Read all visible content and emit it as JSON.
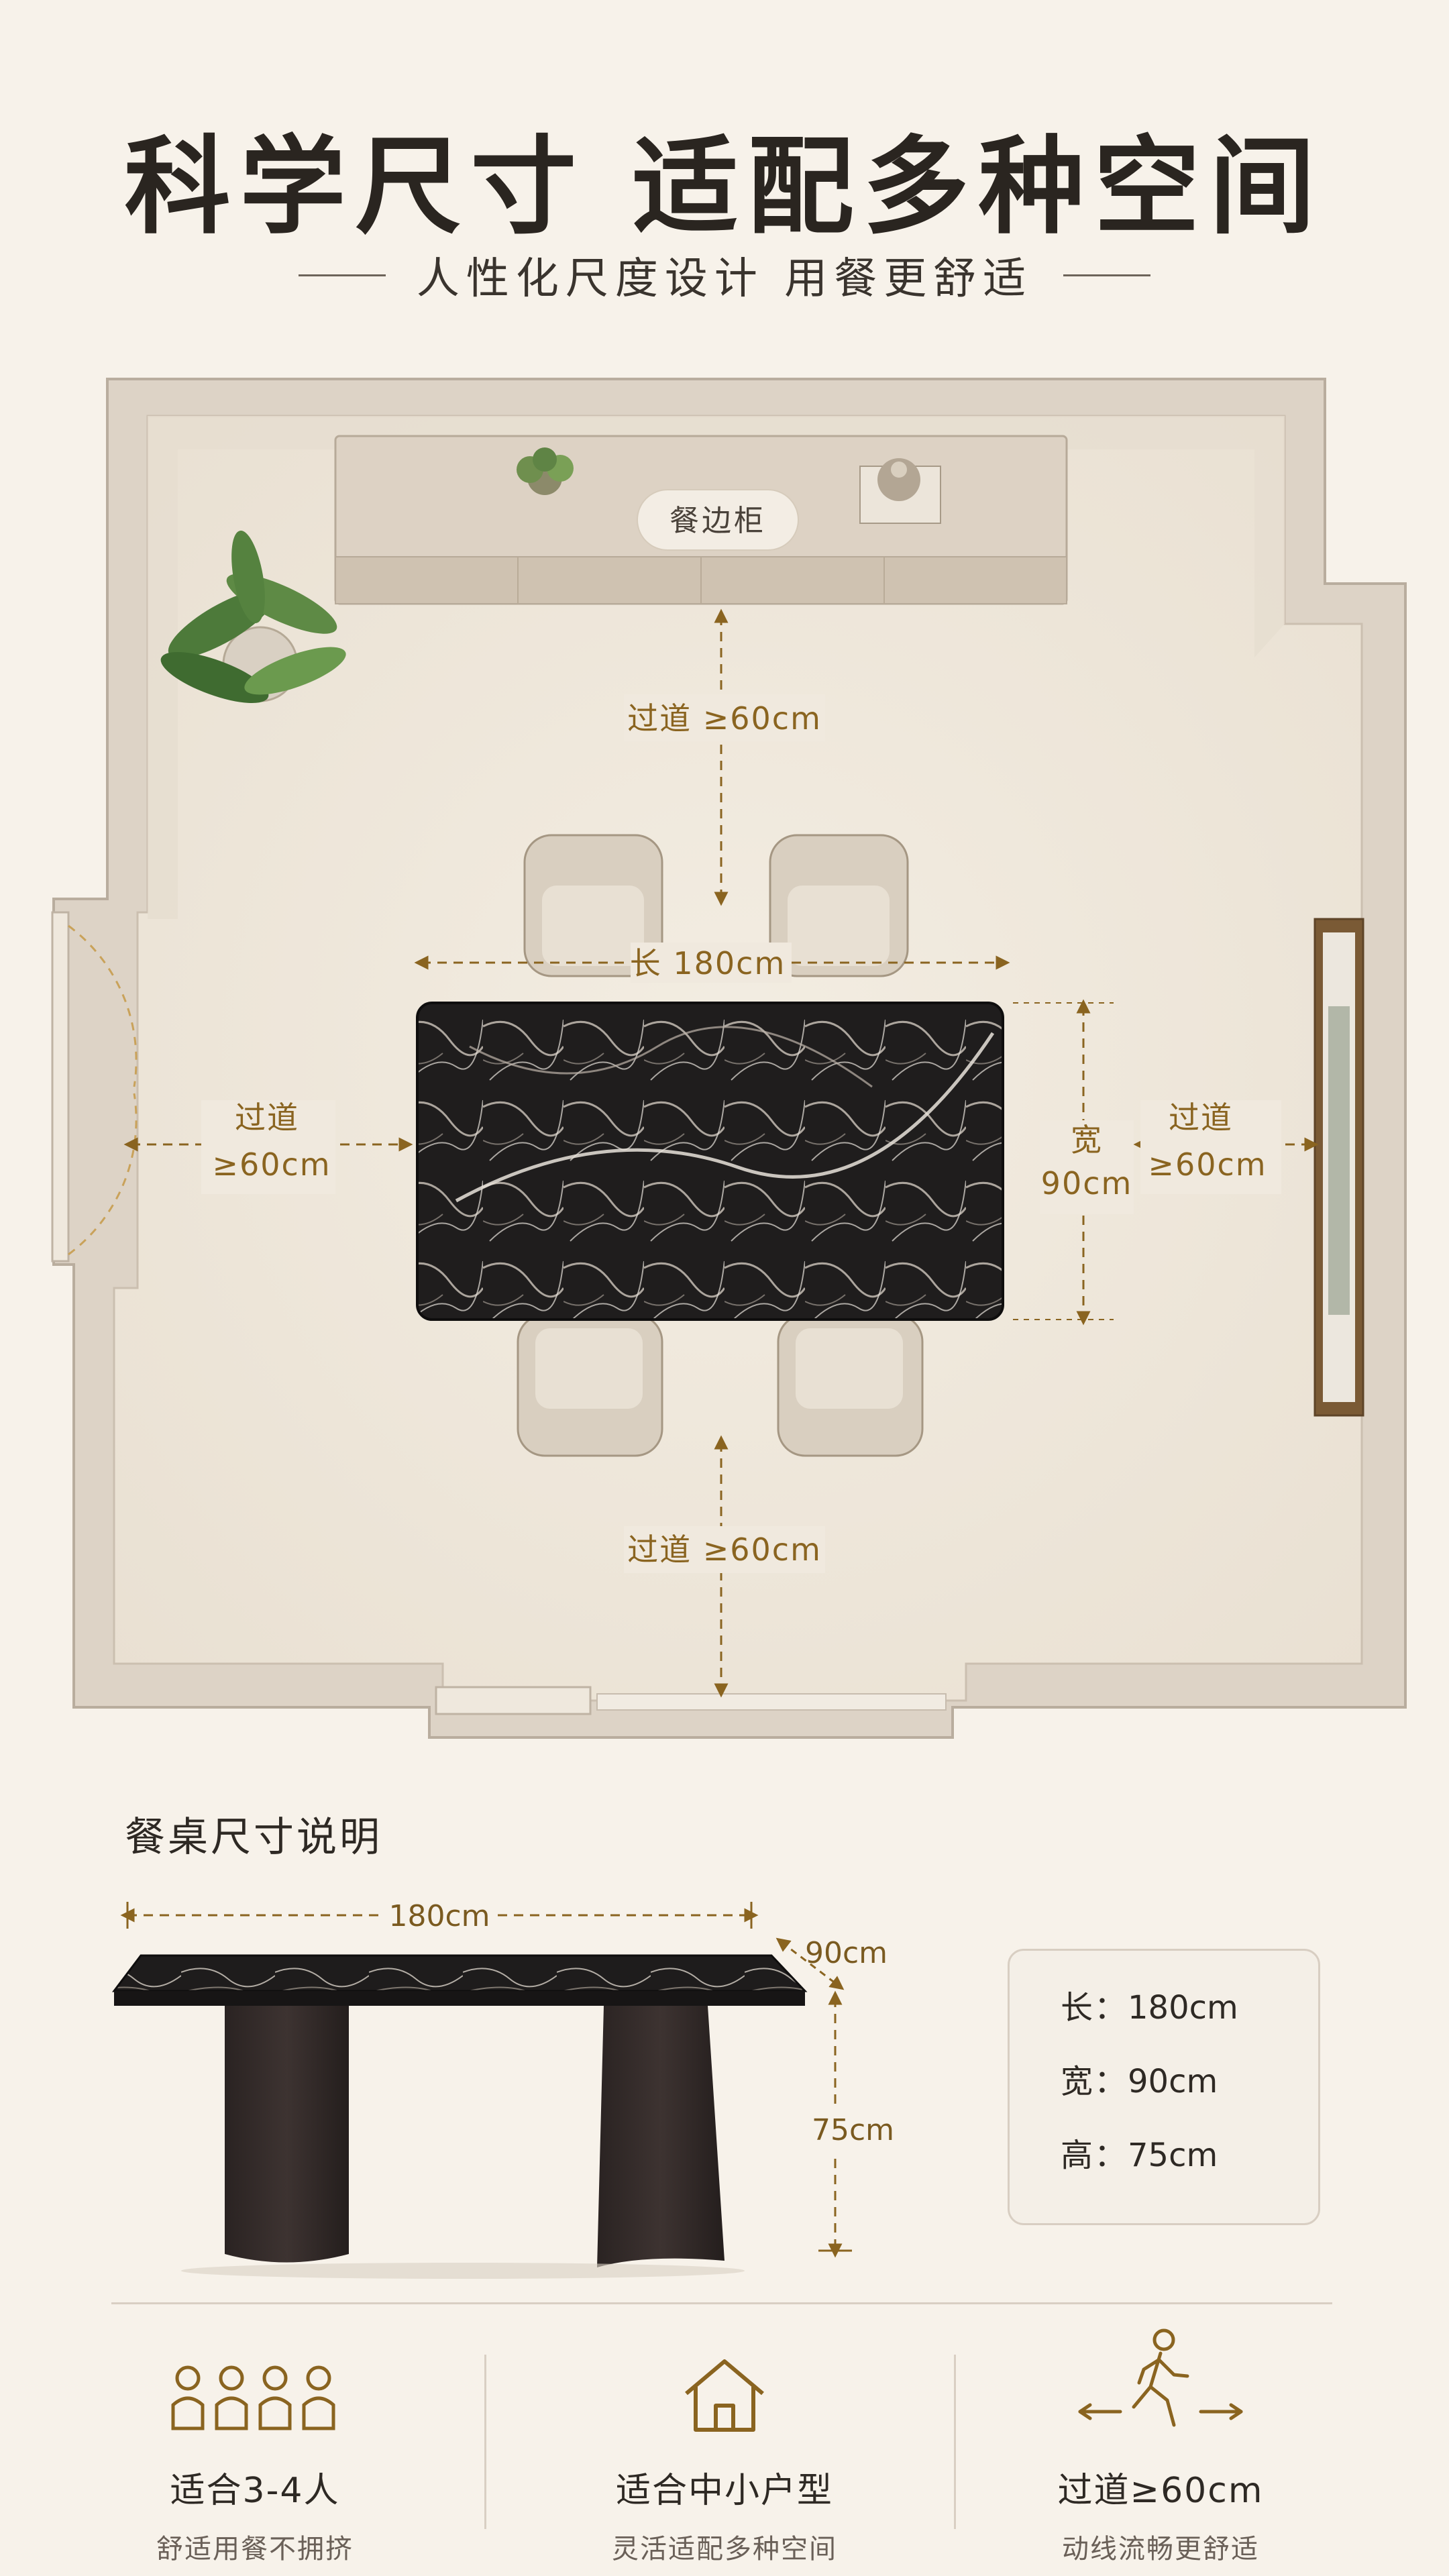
{
  "header": {
    "title": "科学尺寸 适配多种空间",
    "subtitle": "人性化尺度设计 用餐更舒适"
  },
  "floor_plan": {
    "sideboard_label": "餐边柜",
    "aisle_top": "过道 ≥60cm",
    "aisle_bottom": "过道 ≥60cm",
    "aisle_left_line1": "过道",
    "aisle_left_line2": "≥60cm",
    "aisle_right_line1": "过道",
    "aisle_right_line2": "≥60cm",
    "table_length": "长 180cm",
    "table_width_line1": "宽",
    "table_width_line2": "90cm"
  },
  "table_specs": {
    "heading": "餐桌尺寸说明",
    "length_dim": "180cm",
    "depth_dim": "90cm",
    "height_dim": "75cm",
    "card": [
      {
        "label": "长：",
        "value": "180cm"
      },
      {
        "label": "宽：",
        "value": "90cm"
      },
      {
        "label": "高：",
        "value": "75cm"
      }
    ]
  },
  "features": [
    {
      "icon": "people-icon",
      "title": "适合3-4人",
      "subtitle": "舒适用餐不拥挤"
    },
    {
      "icon": "house-icon",
      "title": "适合中小户型",
      "subtitle": "灵活适配多种空间"
    },
    {
      "icon": "walking-person-icon",
      "title": "过道≥60cm",
      "subtitle": "动线流畅更舒适"
    }
  ],
  "colors": {
    "background": "#f7f2ea",
    "accent_gold": "#8a6420",
    "marble_dark": "#1f1d1d",
    "chair_beige": "#d9cfc0"
  }
}
